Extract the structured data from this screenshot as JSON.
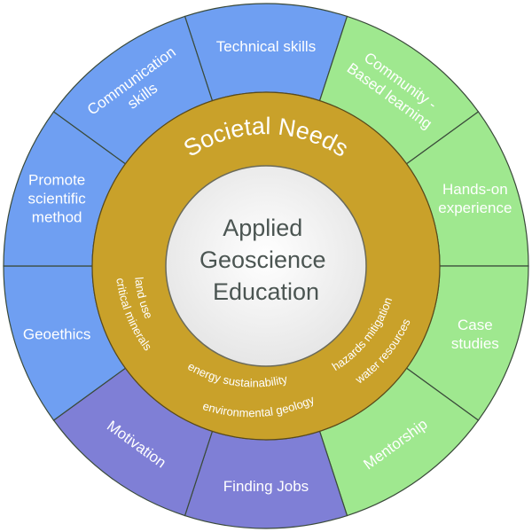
{
  "center": {
    "lines": [
      "Applied",
      "Geoscience",
      "Education"
    ]
  },
  "ring": {
    "title": "Societal Needs",
    "needs": [
      "land use",
      "critical minerals",
      "energy sustainability",
      "environmental geology",
      "hazards mitigation",
      "water resources"
    ]
  },
  "segments": [
    {
      "lines": [
        "Technical skills"
      ],
      "group": "blue"
    },
    {
      "lines": [
        "Community -",
        "Based learning"
      ],
      "group": "green"
    },
    {
      "lines": [
        "Hands-on",
        "experience"
      ],
      "group": "green"
    },
    {
      "lines": [
        "Case",
        "studies"
      ],
      "group": "green"
    },
    {
      "lines": [
        "Mentorship"
      ],
      "group": "green"
    },
    {
      "lines": [
        "Finding Jobs"
      ],
      "group": "purple"
    },
    {
      "lines": [
        "Motivation"
      ],
      "group": "purple"
    },
    {
      "lines": [
        "Geoethics"
      ],
      "group": "blue"
    },
    {
      "lines": [
        "Promote",
        "scientific",
        "method"
      ],
      "group": "blue"
    },
    {
      "lines": [
        "Communication",
        "skills"
      ],
      "group": "blue"
    }
  ],
  "colors": {
    "blue": "#6f9ff2",
    "green": "#9fe88f",
    "purple": "#7f7fd6",
    "ring": "#c9a12a",
    "center": "#ffffff",
    "divider": "#3a4a3a"
  }
}
